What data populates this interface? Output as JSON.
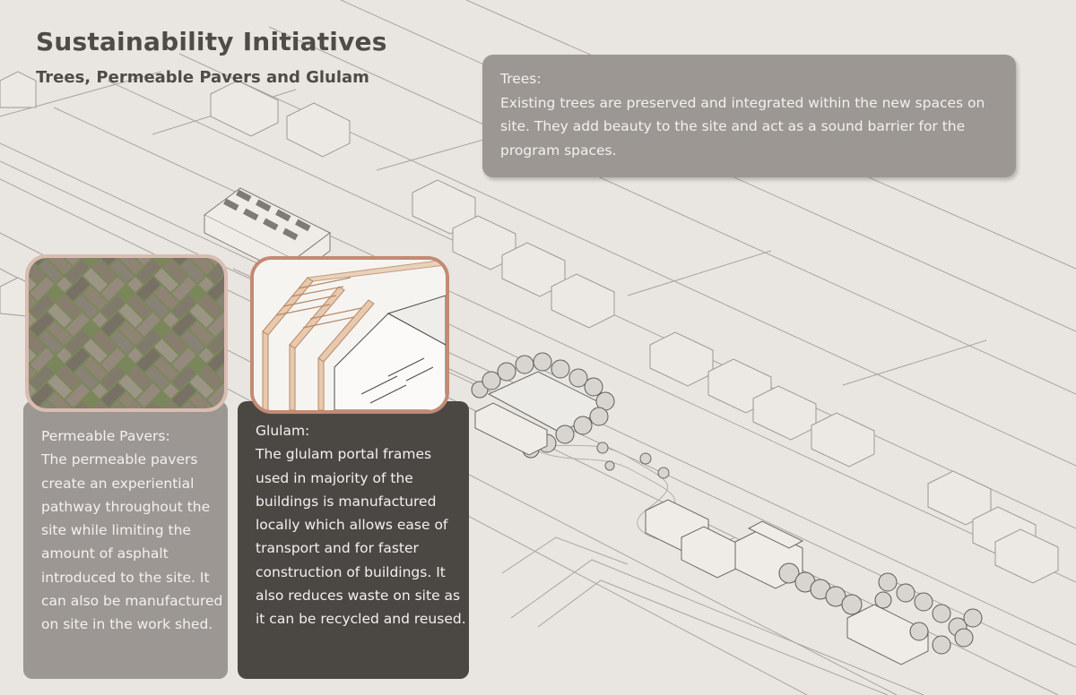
{
  "title": "Sustainability Initiatives",
  "subtitle": "Trees, Permeable Pavers and Glulam",
  "trees": {
    "label": "Trees:",
    "body": "Existing trees are preserved and integrated within the new spaces on site. They add beauty to the site and act as a sound barrier for the program spaces."
  },
  "pavers": {
    "label": "Permeable Pavers:",
    "body": "The permeable pavers create an experiential pathway throughout the site while limiting the amount of asphalt introduced to the site. It can also be manufactured on site in the work shed."
  },
  "glulam": {
    "label": "Glulam:",
    "body": "The glulam portal frames used in majority of the buildings is manufactured locally which allows ease of transport and for faster construction of buildings. It also reduces waste on site as it can be recycled and reused."
  },
  "colors": {
    "background": "#e9e5e0",
    "light_card": "#9c9793",
    "dark_card": "#4b4844",
    "pavers_border": "#d9bdb1",
    "glulam_border": "#c38a74",
    "title_text": "#4f4b47"
  }
}
